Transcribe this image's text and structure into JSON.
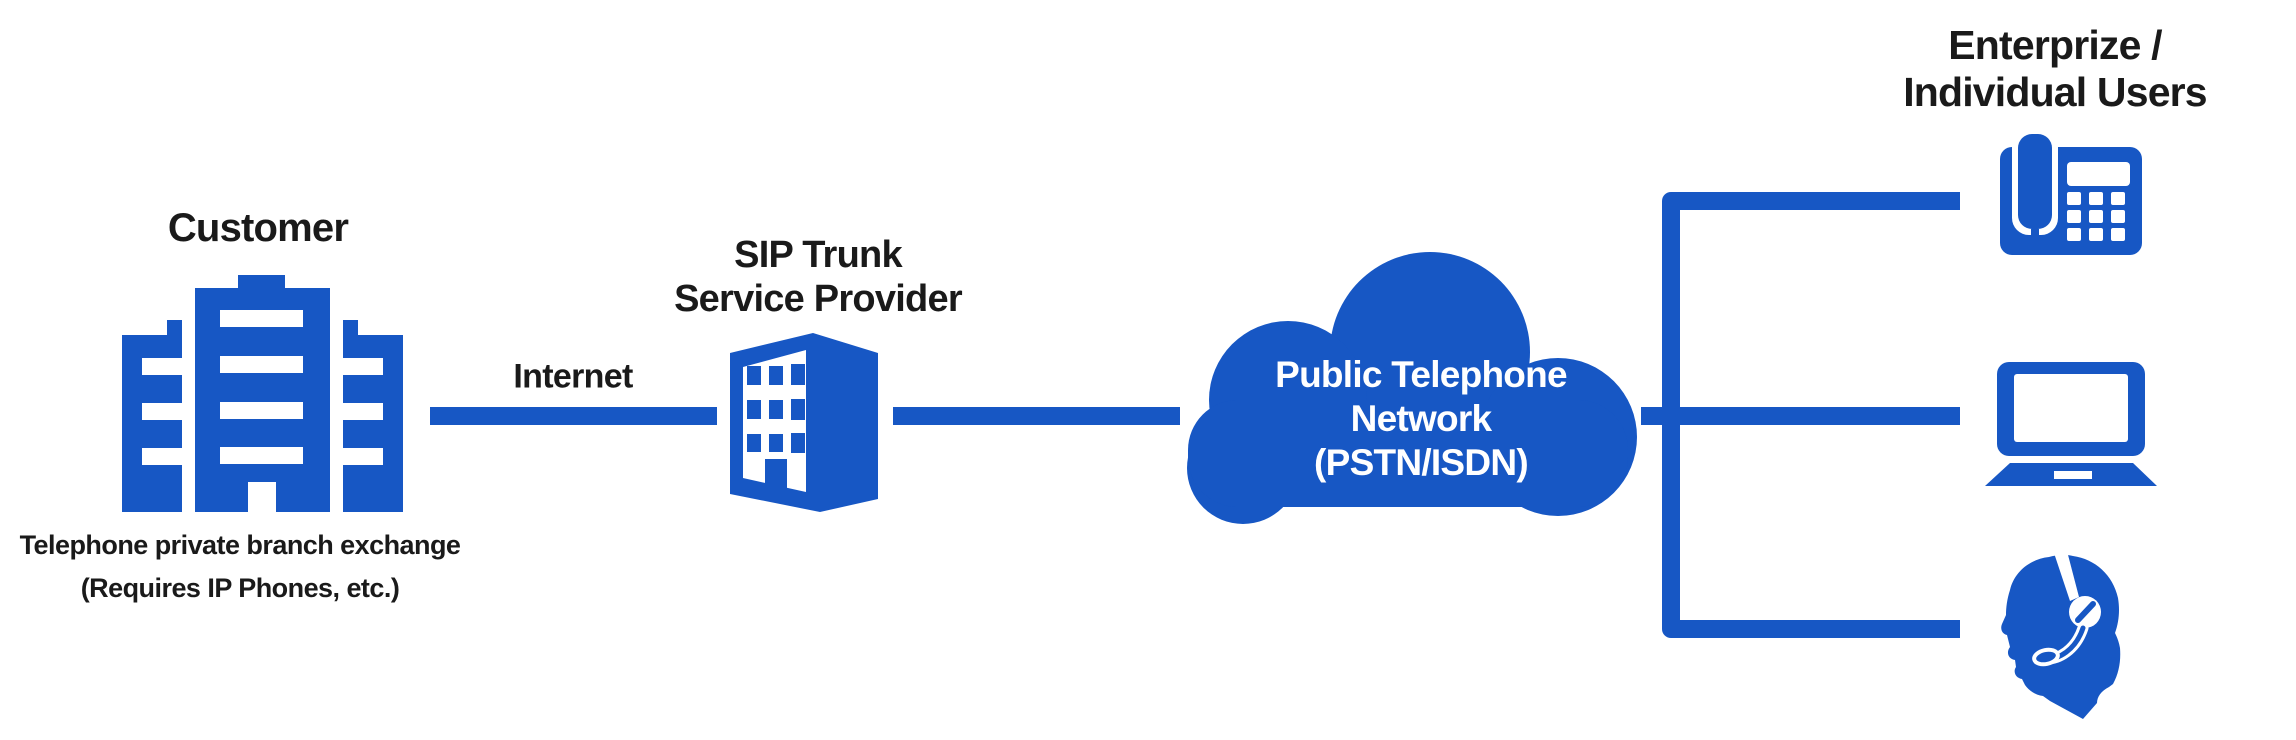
{
  "colors": {
    "accent": "#1757C4",
    "ink": "#1A1A1A",
    "cloud_text": "#FFFFFF",
    "background": "#FFFFFF"
  },
  "nodes": {
    "customer": {
      "title": "Customer",
      "caption_line1": "Telephone private branch exchange",
      "caption_line2": "(Requires IP Phones, etc.)",
      "icon": "office-buildings-icon"
    },
    "sip_provider": {
      "title_line1": "SIP Trunk",
      "title_line2": "Service Provider",
      "icon": "provider-building-icon"
    },
    "pstn_cloud": {
      "title_line1": "Public Telephone",
      "title_line2": "Network",
      "title_line3": "(PSTN/ISDN)",
      "icon": "cloud-icon"
    },
    "users": {
      "title_line1": "Enterprize /",
      "title_line2": "Individual Users",
      "device_icons": [
        "desk-phone-icon",
        "laptop-icon",
        "support-agent-icon"
      ]
    }
  },
  "edges": [
    {
      "from": "customer",
      "to": "sip_provider",
      "label": "Internet"
    },
    {
      "from": "sip_provider",
      "to": "pstn_cloud",
      "label": ""
    },
    {
      "from": "pstn_cloud",
      "to": "users",
      "label": ""
    }
  ]
}
